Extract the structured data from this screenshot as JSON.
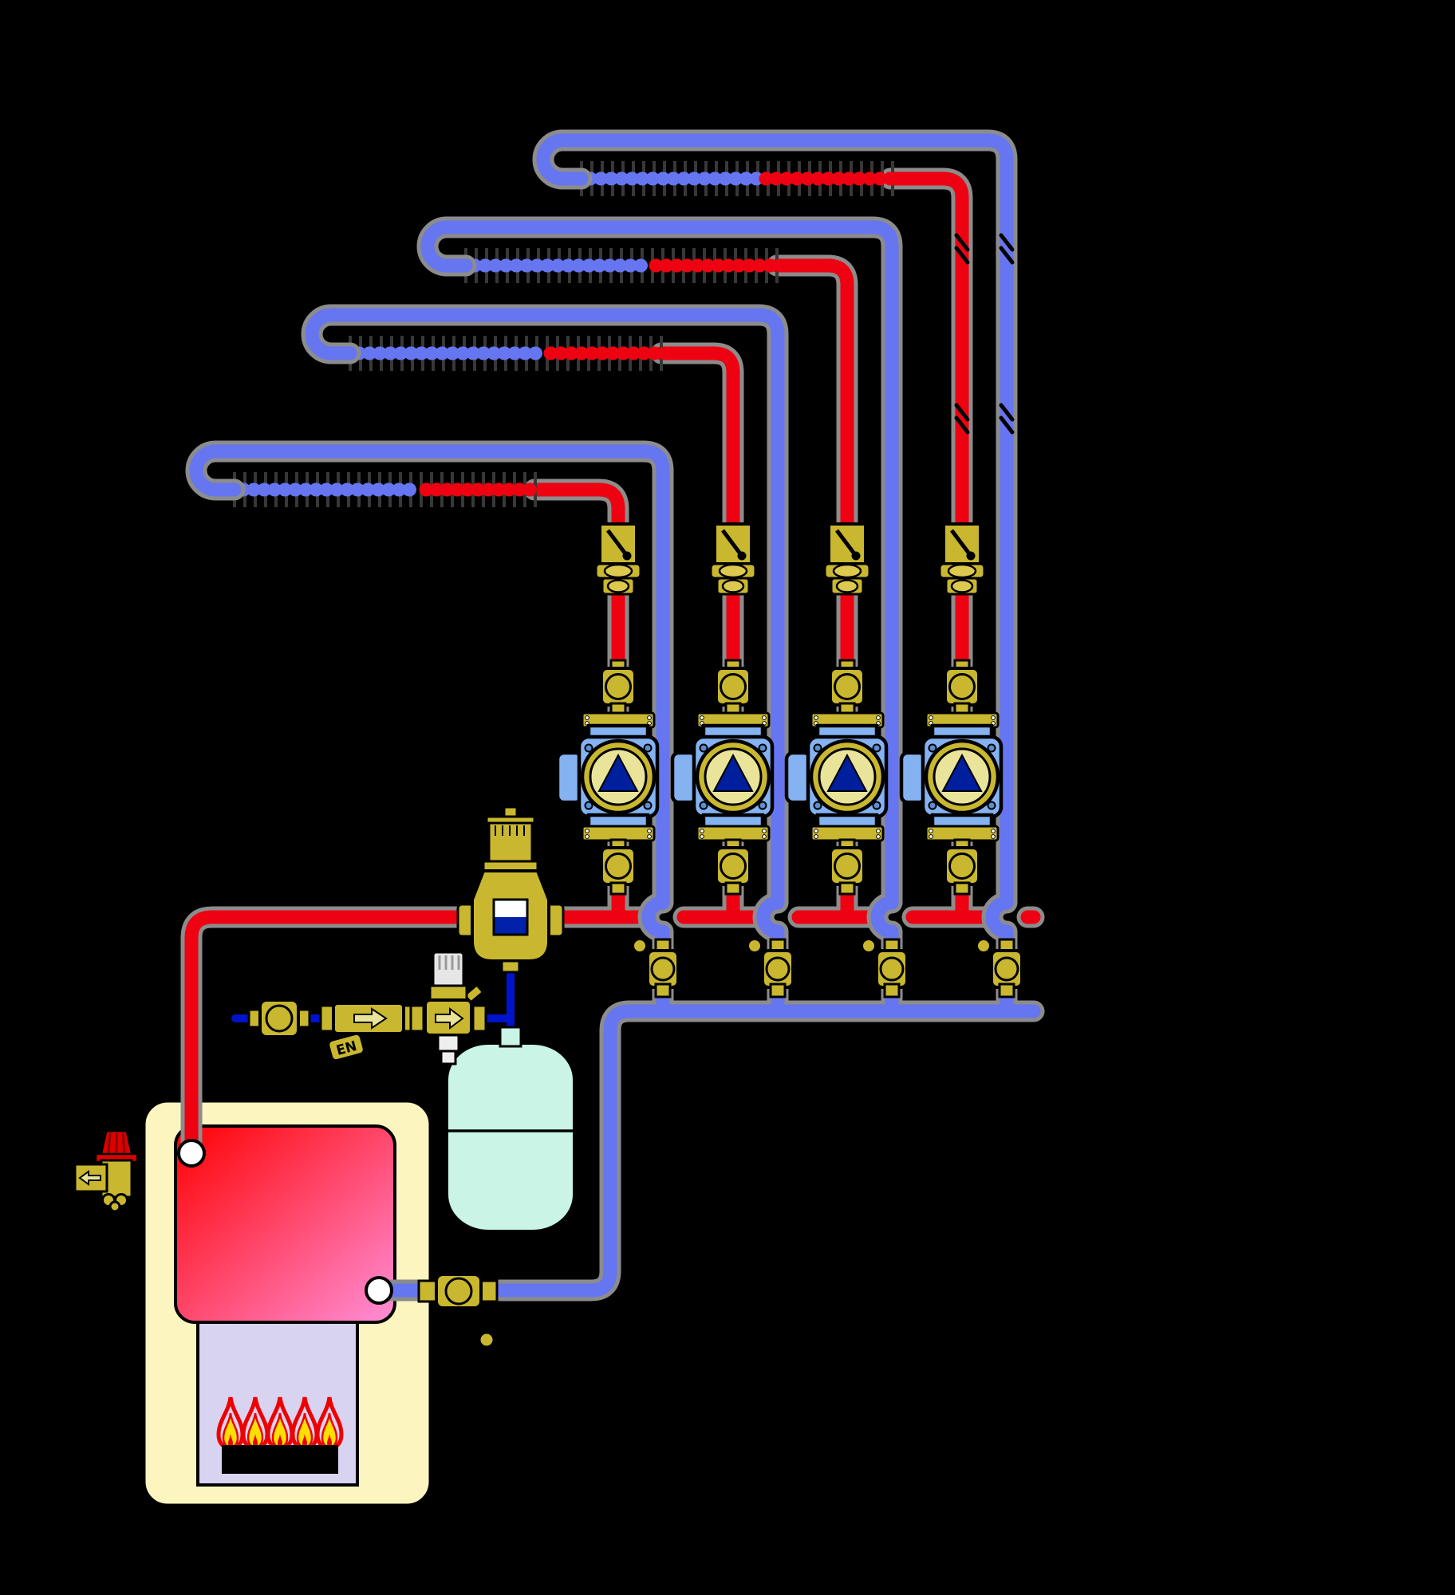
{
  "diagram": {
    "type": "hydronic-heating-system-schematic",
    "labels": {
      "backflow_preventer_tag": "EN"
    },
    "counts": {
      "heating_circuits": 4,
      "heating_loops": 4,
      "circulation_pumps": 4,
      "zone_valves": 4,
      "pump_isolation_valves": 8,
      "return_valves_with_drain": 4,
      "burner_flames": 5,
      "pipe_break_marks": 4
    },
    "components": [
      "boiler",
      "heat-exchanger",
      "combustion-chamber",
      "burner",
      "burner-flames",
      "safety-relief-valve",
      "expansion-tank",
      "air-separator",
      "automatic-air-vent",
      "fill-ball-valve",
      "backflow-preventer",
      "pressure-reducing-valve",
      "boiler-return-valve",
      "drain-cock",
      "supply-manifold",
      "return-manifold",
      "heating-loop-1",
      "heating-loop-2",
      "heating-loop-3",
      "heating-loop-4",
      "zone-valve",
      "circulation-pump",
      "return-isolation-valve"
    ],
    "colors": {
      "background": "#000000",
      "casing_gray": "#8c8c8c",
      "supply_red": "#ee0110",
      "return_blue": "#6675f0",
      "fill_blue": "#0013cc",
      "brass": "#c9b72f",
      "brass_light": "#dcc94e",
      "pump_blue": "#85b3f2",
      "pump_face": "#e9e499",
      "pump_triangle": "#001f9c",
      "boiler_cream": "#fcf5c0",
      "hot_top": "#ff0000",
      "hot_bottom": "#ff8fd8",
      "combustion_lavender": "#d8d3f0",
      "flame_red": "#ee0000",
      "flame_yellow": "#ffdf00",
      "tank_mint": "#c9f4e6",
      "sight_white": "#ffffff",
      "sight_blue": "#0022aa",
      "cap_gray": "#e6e6e6",
      "drain_white": "#efefef",
      "safety_cap_red": "#dd0000",
      "tick_gray": "#383838",
      "port_white": "#ffffff",
      "bolt_blue": "#5a8fd0"
    }
  }
}
